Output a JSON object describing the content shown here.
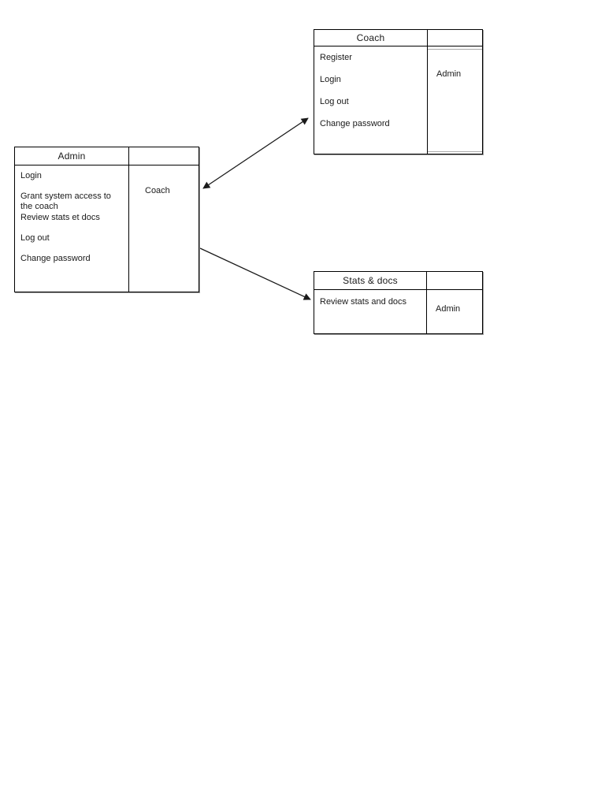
{
  "boxes": {
    "admin": {
      "title": "Admin",
      "items": [
        "Login",
        "Grant system access to the coach",
        "Review stats et docs",
        "Log out",
        "Change password"
      ],
      "actor": "Coach"
    },
    "coach": {
      "title": "Coach",
      "items": [
        "Register",
        "Login",
        "Log out",
        "Change password"
      ],
      "actor": "Admin"
    },
    "stats": {
      "title": "Stats & docs",
      "items": [
        "Review stats and docs"
      ],
      "actor": "Admin"
    }
  },
  "connections": [
    {
      "from": "admin",
      "to": "coach",
      "bidirectional": true
    },
    {
      "from": "admin",
      "to": "stats",
      "bidirectional": false
    }
  ],
  "colors": {
    "line": "#1a1a1a",
    "border": "#000000",
    "background": "#ffffff"
  }
}
